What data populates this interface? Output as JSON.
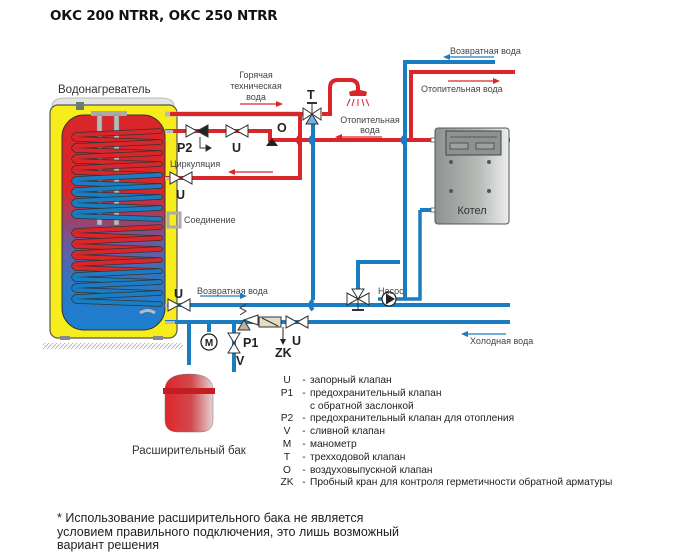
{
  "title": "ОКС 200 NTRR, ОКС 250 NTRR",
  "labels": {
    "water_heater": "Водонагреватель",
    "hot_tech_water_line1": "Горячая",
    "hot_tech_water_line2": "техническая",
    "hot_tech_water_line3": "вода",
    "heating_water_line1": "Отопительная",
    "heating_water_line2": "вода",
    "return_water_top": "Возвратная  вода",
    "heating_water_right": "Отопительная вода",
    "circulation": "Циркуляция",
    "connection": "Соединение",
    "boiler": "Котел",
    "return_water_bottom": "Возвратная  вода",
    "pump": "Насос",
    "cold_water": "Холодная вода",
    "expansion_tank": "Расширительный бак"
  },
  "symbols": {
    "T": "T",
    "O": "O",
    "P2": "P2",
    "U": "U",
    "P1": "P1",
    "V": "V",
    "M": "M",
    "ZK": "ZK"
  },
  "legend": [
    {
      "key": "U",
      "text": "запорный клапан"
    },
    {
      "key": "P1",
      "text": "предохранительный клапан",
      "cont": "с обратной заслонкой"
    },
    {
      "key": "P2",
      "text": "предохранительный клапан для отопления"
    },
    {
      "key": "V",
      "text": "сливной клапан"
    },
    {
      "key": "M",
      "text": "манометр"
    },
    {
      "key": "T",
      "text": "трехходовой клапан"
    },
    {
      "key": "O",
      "text": "воздуховыпускной клапан"
    },
    {
      "key": "ZK",
      "text": "Пробный кран для контроля герметичности обратной арматуры"
    }
  ],
  "note": {
    "line1": "* Использование расширительного бака не является",
    "line2": "условием правильного подключения, это лишь возможный",
    "line3": "вариант решения"
  },
  "colors": {
    "hot_pipe": "#d9262b",
    "cold_pipe": "#1a7cc1",
    "insulation": "#f7ec1c",
    "boiler_body": "#9ea3a0"
  }
}
